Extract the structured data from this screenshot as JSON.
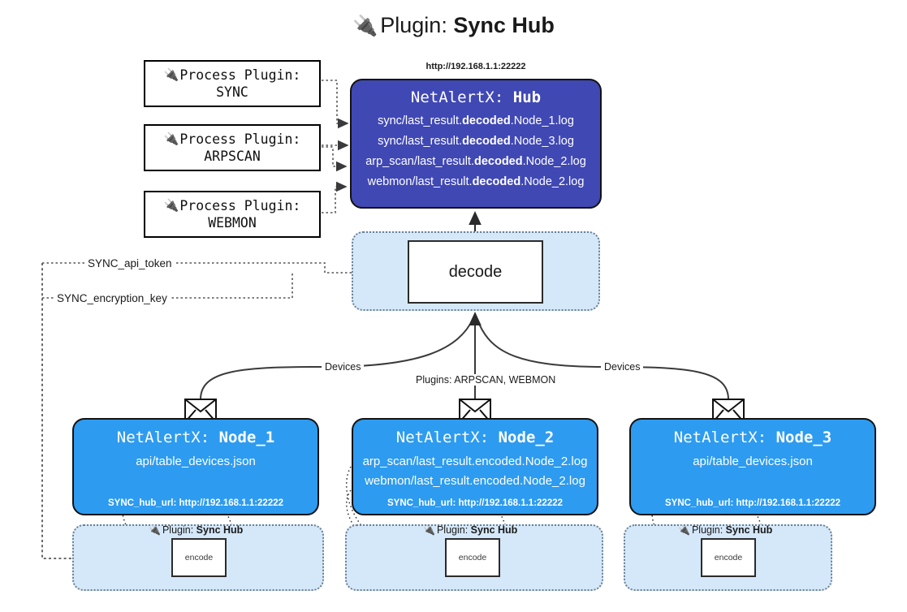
{
  "title": {
    "icon": "plug-icon",
    "prefix": "Plugin:",
    "name": "Sync Hub"
  },
  "process_plugins": [
    {
      "icon": "plug-icon",
      "label": "Process Plugin:",
      "name": "SYNC"
    },
    {
      "icon": "plug-icon",
      "label": "Process Plugin:",
      "name": "ARPSCAN"
    },
    {
      "icon": "plug-icon",
      "label": "Process Plugin:",
      "name": "WEBMON"
    }
  ],
  "hub": {
    "url": "http://192.168.1.1:22222",
    "app": "NetAlertX:",
    "name": "Hub",
    "logs": [
      {
        "pre": "sync/last_result.",
        "strong": "decoded",
        "post": ".Node_1.log"
      },
      {
        "pre": "sync/last_result.",
        "strong": "decoded",
        "post": ".Node_3.log"
      },
      {
        "pre": "arp_scan/last_result.",
        "strong": "decoded",
        "post": ".Node_2.log"
      },
      {
        "pre": "webmon/last_result.",
        "strong": "decoded",
        "post": ".Node_2.log"
      }
    ]
  },
  "decode": {
    "label": "decode"
  },
  "keys": {
    "api_token": "SYNC_api_token",
    "encryption_key": "SYNC_encryption_key"
  },
  "edge_labels": {
    "devices_left": "Devices",
    "devices_right": "Devices",
    "plugins_mid": "Plugins: ARPSCAN, WEBMON"
  },
  "nodes": [
    {
      "app": "NetAlertX:",
      "name": "Node_1",
      "lines": [
        "api/table_devices.json"
      ],
      "foot": "SYNC_hub_url: http://192.168.1.1:22222",
      "envelope_icon": "envelope-icon"
    },
    {
      "app": "NetAlertX:",
      "name": "Node_2",
      "lines": [
        "arp_scan/last_result.encoded.Node_2.log",
        "webmon/last_result.encoded.Node_2.log"
      ],
      "foot": "SYNC_hub_url: http://192.168.1.1:22222",
      "envelope_icon": "envelope-icon"
    },
    {
      "app": "NetAlertX:",
      "name": "Node_3",
      "lines": [
        "api/table_devices.json"
      ],
      "foot": "SYNC_hub_url: http://192.168.1.1:22222",
      "envelope_icon": "envelope-icon"
    }
  ],
  "plugin_groups": [
    {
      "icon": "plug-icon",
      "prefix": "Plugin:",
      "name": "Sync Hub",
      "encode_label": "encode"
    },
    {
      "icon": "plug-icon",
      "prefix": "Plugin:",
      "name": "Sync Hub",
      "encode_label": "encode"
    },
    {
      "icon": "plug-icon",
      "prefix": "Plugin:",
      "name": "Sync Hub",
      "encode_label": "encode"
    }
  ],
  "colors": {
    "hub_fill": "#4048b4",
    "node_fill": "#2d9bf0",
    "group_fill": "#d5e8fa",
    "group_border": "#6a7f92",
    "outline": "#121212",
    "background": "#ffffff"
  }
}
